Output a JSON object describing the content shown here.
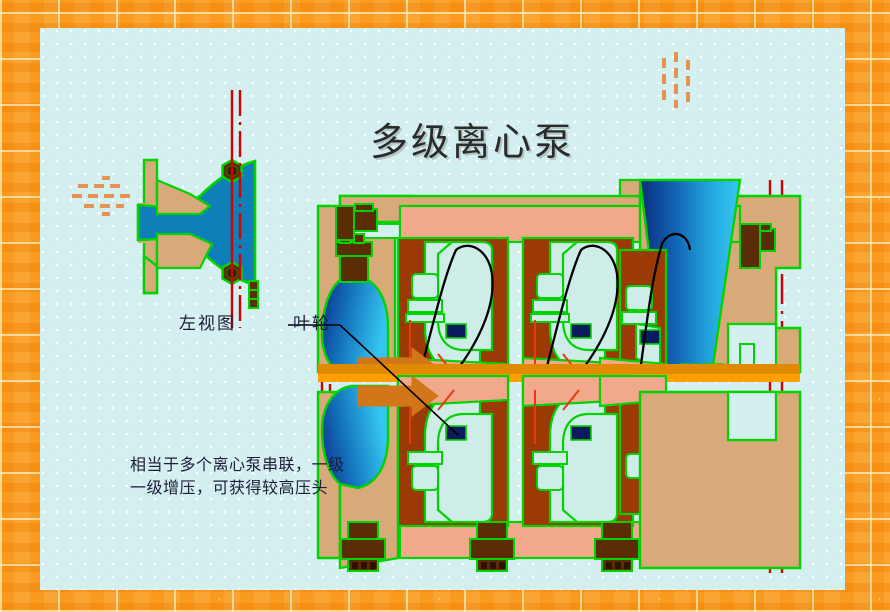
{
  "slide": {
    "title": "多级离心泵",
    "title_meaning": "Multistage Centrifugal Pump",
    "caption": "相当于多个离心泵串联，一级一级增压，可获得较高压头",
    "labels": {
      "left_view": "左视图",
      "impeller": "叶轮"
    }
  },
  "colors": {
    "border_orange": "#F7941E",
    "panel_cyan": "#D4EFEF",
    "outline_green": "#00D400",
    "casing_tan": "#D8A979",
    "casing_salmon": "#F2A98B",
    "diffuser_brown": "#9C3A06",
    "bolt_brown": "#5A2D05",
    "channel_pale": "#CFEDE8",
    "seal_navy": "#0B1B5E",
    "shaft_orange": "#FFA000",
    "impeller_blue": "#0E7FB8",
    "cone_blue_dark": "#0B3C8C",
    "cone_blue_light": "#29B6E8",
    "arrow_orange": "#D2761A",
    "centerline_red": "#D40000",
    "flow_curve_black": "#000000",
    "vane_red": "#E63A10"
  },
  "diagram": {
    "type": "engineering-cutaway",
    "view_left": {
      "name": "left-view-suction-flange",
      "stage_count_visible": 1,
      "bolts": 2
    },
    "view_section": {
      "name": "longitudinal-section",
      "stages": 3,
      "top_bolts": 2,
      "foot_bolts": 3,
      "flow_arrows": 2,
      "discharge_cone": 1
    },
    "centerlines": {
      "left_pair_x": [
        232,
        240
      ],
      "right_pair_x": [
        770,
        782
      ],
      "mid_left_x": [
        322,
        330
      ],
      "style": "dash-dot-red"
    },
    "flow_indicators": {
      "inlet_arrow": "dashed-orange-right",
      "outlet_arrow": "dashed-orange-up"
    }
  }
}
